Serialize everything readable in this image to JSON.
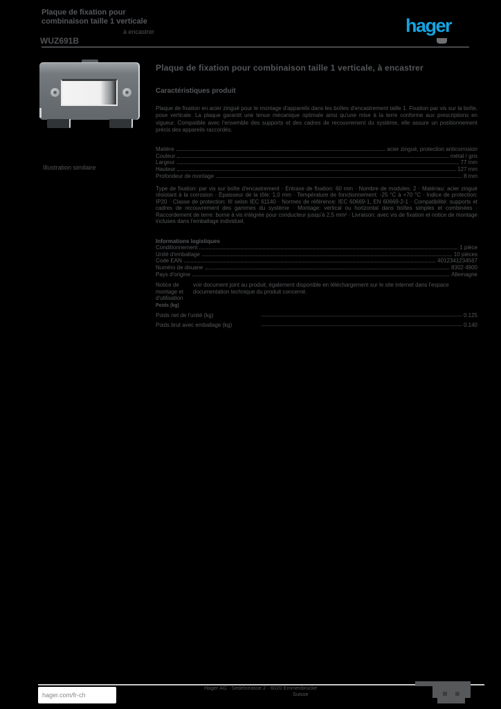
{
  "page": {
    "background_color": "#000000",
    "ink_color": "#55575a",
    "accent_blue": "#14a5e3"
  },
  "header": {
    "title_line1": "Plaque de fixation pour",
    "title_line2": "combinaison taille 1 verticale",
    "subtitle": "à encastrer",
    "reference": "WUZ691B",
    "logo_text": "hager"
  },
  "product": {
    "image_caption": "Illustration similaire"
  },
  "main": {
    "title": "Plaque de fixation pour combinaison taille 1 verticale, à encastrer",
    "section_label": "Caractéristiques produit",
    "description": "Plaque de fixation en acier zingué pour le montage d'appareils dans les boîtes d'encastrement taille 1. Fixation par vis sur la boîte, pose verticale. La plaque garantit une tenue mécanique optimale ainsi qu'une mise à la terre conforme aux prescriptions en vigueur. Compatible avec l'ensemble des supports et des cadres de recouvrement du système, elle assure un positionnement précis des appareils raccordés.",
    "specs_a": {
      "rows": [
        {
          "label": "Matière",
          "value": "acier zingué, protection anticorrosion"
        },
        {
          "label": "Couleur",
          "value": "métal / gris"
        },
        {
          "label": "Largeur",
          "value": "77 mm"
        },
        {
          "label": "Hauteur",
          "value": "127 mm"
        },
        {
          "label": "Profondeur de montage",
          "value": "8 mm"
        }
      ]
    },
    "details_text": "Type de fixation: par vis sur boîte d'encastrement · Entraxe de fixation: 60 mm · Nombre de modules: 2 · Matériau: acier zingué résistant à la corrosion · Épaisseur de la tôle: 1,0 mm · Température de fonctionnement: -25 °C à +70 °C · Indice de protection: IP20 · Classe de protection: III selon IEC 61140 · Normes de référence: IEC 60669-1, EN 60669-2-1 · Compatibilité: supports et cadres de recouvrement des gammes du système · Montage: vertical ou horizontal dans boîtes simples et combinées · Raccordement de terre: borne à vis intégrée pour conducteur jusqu'à 2,5 mm² · Livraison: avec vis de fixation et notice de montage incluses dans l'emballage individuel.",
    "specs_b": {
      "heading": "Informations logistiques",
      "rows": [
        {
          "label": "Conditionnement",
          "value": "1 pièce"
        },
        {
          "label": "Unité d'emballage",
          "value": "10 pièces"
        },
        {
          "label": "Code EAN",
          "value": "4012341234567"
        },
        {
          "label": "Numéro de douane",
          "value": "8302 4900"
        },
        {
          "label": "Pays d'origine",
          "value": "Allemagne"
        }
      ]
    },
    "notice": {
      "label": "Notice de montage et d'utilisation",
      "text": "voir document joint au produit, également disponible en téléchargement sur le site internet dans l'espace documentation technique du produit concerné."
    },
    "weights": {
      "heading": "Poids (kg)",
      "rows": [
        {
          "label": "Poids net de l'unité (kg)",
          "value": "0.125"
        },
        {
          "label": "Poids brut avec emballage (kg)",
          "value": "0.140"
        }
      ]
    }
  },
  "footer": {
    "link": "hager.com/fr-ch",
    "company_line1": "Hager AG · Sedelstrasse 2 · 6020 Emmenbrücke",
    "company_line2": "Suisse"
  }
}
